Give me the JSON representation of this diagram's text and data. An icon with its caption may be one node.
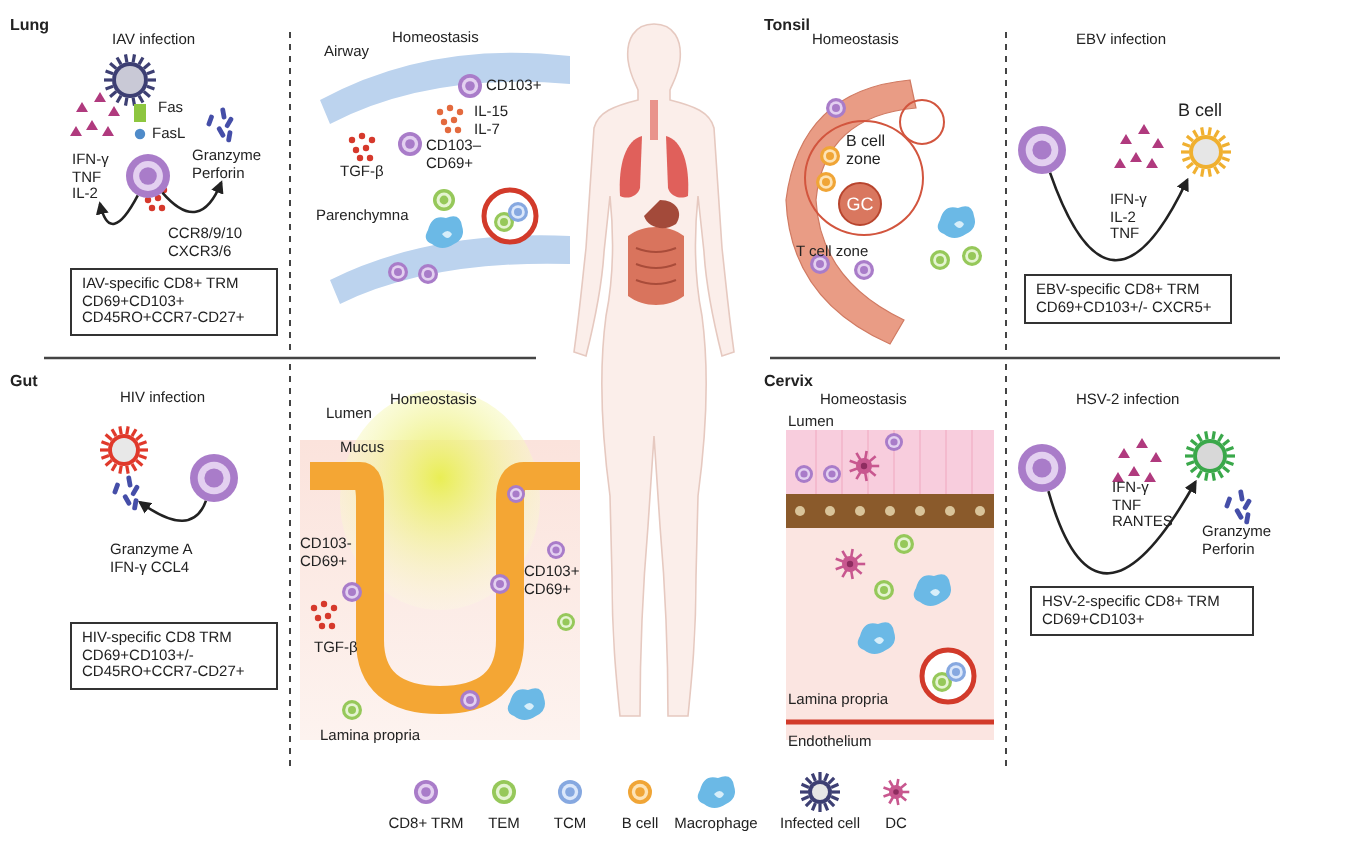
{
  "diagram": {
    "nodes": [
      {
        "text": [
          "IFN-γ TNF IL-2"
        ]
      },
      {
        "text": [],
        "shape": "circle"
      },
      {
        "text": [
          "Granzyme Perforin"
        ]
      },
      {
        "text": [
          "IAV-specific CD8+ TRM CD69+CD103+ CD45RO+CCR7-CD27+"
        ]
      },
      {
        "text": [],
        "shape": "circle"
      },
      {
        "text": [],
        "shape": "picture",
        "beside": [
          "B cell"
        ]
      },
      {
        "text": [
          "EBV-specific CD8+ TRM CD69+CD103+/- CXCR5+"
        ]
      },
      {
        "text": [],
        "shape": "picture"
      },
      {
        "text": [],
        "shape": "circle"
      },
      {
        "text": [
          "HIV-specific CD8 TRM CD69+CD103+/- CD45RO+CCR7-CD27+"
        ]
      },
      {
        "text": [],
        "shape": "circle"
      },
      {
        "text": [],
        "shape": "picture"
      },
      {
        "text": [
          "HSV-2-specific CD8+ TRM CD69+CD103+"
        ]
      },
      {
        "text": [
          "B cell zone"
        ]
      },
      {
        "text": [
          "GC"
        ],
        "in": 13
      }
    ],
    "edges": [
      {
        "from": 1,
        "to": 0,
        "arrow": "to"
      },
      {
        "from": 1,
        "to": 2,
        "arrow": "to"
      },
      {
        "from": 4,
        "to": 5,
        "arrow": "to"
      },
      {
        "from": 8,
        "to": 7,
        "arrow": "to"
      },
      {
        "from": 10,
        "to": 11,
        "arrow": "to"
      }
    ],
    "labels": [
      "Lung",
      "IAV infection",
      "Fas",
      "FasL",
      "CCR8/9/10 CXCR3/6",
      "Airway",
      "Homeostasis",
      "CD103+",
      "IL-15 IL-7",
      "TGF-β",
      "CD103– CD69+",
      "Parenchymna",
      "Tonsil",
      "Homeostasis",
      "T cell zone",
      "EBV infection",
      "IFN-γ IL-2 TNF",
      "Gut",
      "HIV infection",
      "Granzyme A IFN-γ CCL4",
      "Lumen",
      "Homeostasis",
      "Mucus",
      "CD103- CD69+",
      "TGF-β",
      "CD103+ CD69+",
      "Lamina propria",
      "Cervix",
      "Homeostasis",
      "Lumen",
      "Lamina propria",
      "Endothelium",
      "HSV-2 infection",
      "IFN-γ TNF RANTES",
      "Granzyme Perforin"
    ],
    "legend": [
      {
        "text": "CD8+ TRM"
      },
      {
        "text": "TEM"
      },
      {
        "text": "TCM"
      },
      {
        "text": "B cell"
      },
      {
        "text": "Macrophage"
      },
      {
        "text": "Infected cell"
      },
      {
        "text": "DC"
      }
    ]
  }
}
